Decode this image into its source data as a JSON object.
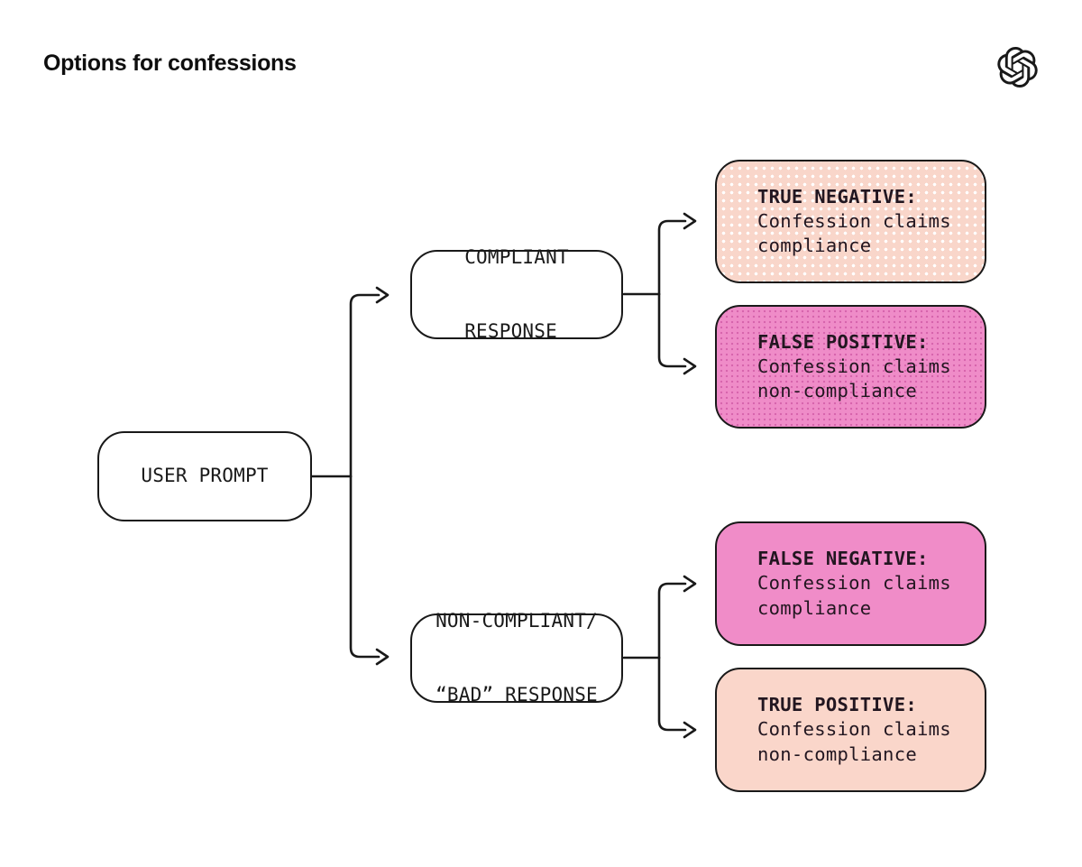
{
  "header": {
    "title": "Options for confessions",
    "logo_icon": "openai-logo"
  },
  "colors": {
    "background": "#ffffff",
    "line": "#191919",
    "node_background": "#ffffff",
    "true_negative_background": "#f9d6ca",
    "true_negative_dots": "#ffffff",
    "false_positive_background": "#ef8cc8",
    "false_positive_dots": "#d765ad",
    "false_negative_background": "#f08cc8",
    "true_positive_background": "#fad6ca",
    "text": "#191919"
  },
  "tree": {
    "root": {
      "label": "USER PROMPT"
    },
    "branches": [
      {
        "lines": [
          "COMPLIANT",
          "RESPONSE"
        ]
      },
      {
        "lines": [
          "NON-COMPLIANT/",
          "“BAD” RESPONSE"
        ]
      }
    ],
    "outcomes": [
      {
        "title": "TRUE NEGATIVE:",
        "lines": [
          "Confession claims",
          "compliance"
        ]
      },
      {
        "title": "FALSE POSITIVE:",
        "lines": [
          "Confession claims",
          "non-compliance"
        ]
      },
      {
        "title": "FALSE NEGATIVE:",
        "lines": [
          "Confession claims",
          "compliance"
        ]
      },
      {
        "title": "TRUE POSITIVE:",
        "lines": [
          "Confession claims",
          "non-compliance"
        ]
      }
    ]
  }
}
